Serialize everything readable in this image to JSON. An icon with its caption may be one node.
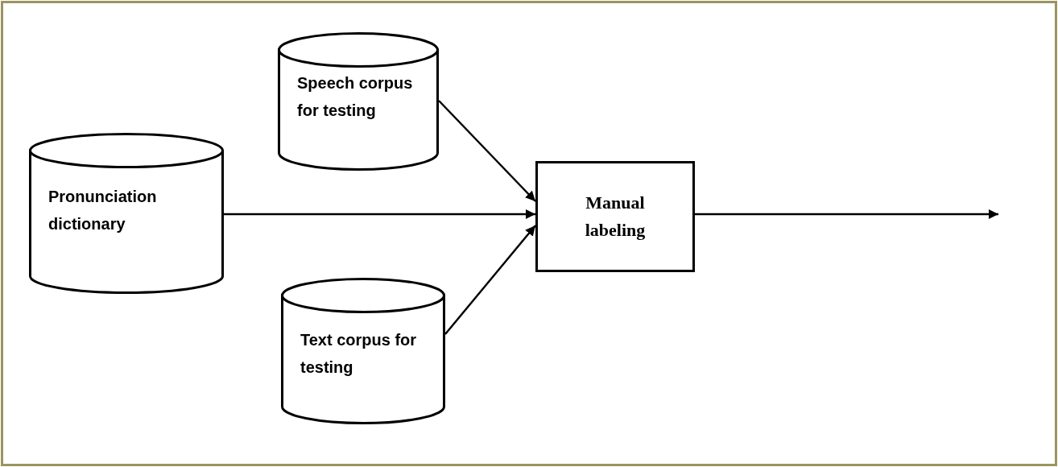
{
  "diagram": {
    "nodes": [
      {
        "text": [
          "Speech corpus for testing"
        ]
      },
      {
        "text": [
          "Pronunciation dictionary"
        ]
      },
      {
        "text": [
          "Text corpus for testing"
        ]
      },
      {
        "text": [
          "Manual labeling"
        ]
      }
    ],
    "edges": [
      {
        "from": 0,
        "to": 3,
        "arrow": "to"
      },
      {
        "from": 1,
        "to": 3,
        "arrow": "to"
      },
      {
        "from": 2,
        "to": 3,
        "arrow": "to"
      },
      {
        "from": 3,
        "to": null,
        "arrow": "to"
      }
    ]
  }
}
